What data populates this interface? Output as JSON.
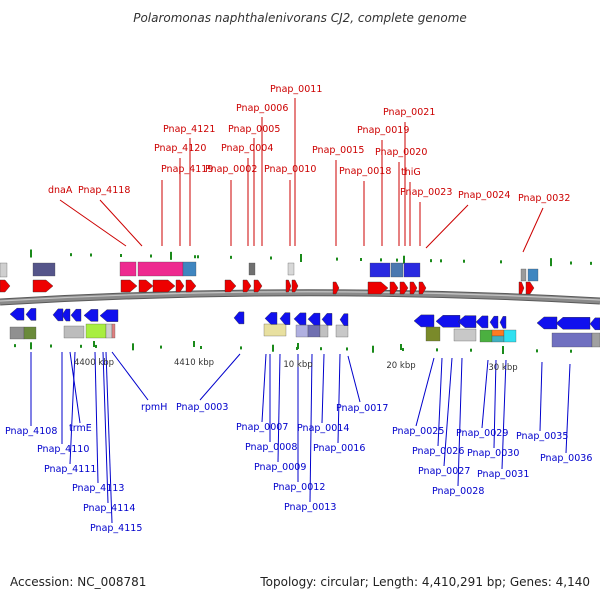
{
  "title": "Polaromonas naphthalenivorans CJ2, complete genome",
  "footer": {
    "accession": "Accession: NC_008781",
    "summary": "Topology: circular; Length: 4,410,291 bp; Genes: 4,140"
  },
  "colors": {
    "forward_label": "#cc0000",
    "reverse_label": "#0000cc",
    "forward_gene": "#ee0000",
    "reverse_gene": "#1010ee",
    "backbone": "#8a8a8a",
    "marker": "#1a8a1a"
  },
  "scale_ticks": [
    "4400 kbp",
    "4410 kbp",
    "10 kbp",
    "20 kbp",
    "30 kbp"
  ],
  "forward_labels": [
    "dnaA",
    "Pnap_4118",
    "Pnap_4119",
    "Pnap_4120",
    "Pnap_4121",
    "Pnap_0002",
    "Pnap_0004",
    "Pnap_0005",
    "Pnap_0006",
    "Pnap_0010",
    "Pnap_0011",
    "Pnap_0015",
    "Pnap_0018",
    "Pnap_0019",
    "Pnap_0020",
    "Pnap_0021",
    "thiG",
    "Pnap_0023",
    "Pnap_0024",
    "Pnap_0032"
  ],
  "reverse_labels": [
    "Pnap_4108",
    "Pnap_4110",
    "trmE",
    "Pnap_4111",
    "Pnap_4113",
    "Pnap_4114",
    "Pnap_4115",
    "rpmH",
    "Pnap_0003",
    "Pnap_0007",
    "Pnap_0008",
    "Pnap_0009",
    "Pnap_0012",
    "Pnap_0013",
    "Pnap_0014",
    "Pnap_0016",
    "Pnap_0017",
    "Pnap_0025",
    "Pnap_0026",
    "Pnap_0027",
    "Pnap_0028",
    "Pnap_0029",
    "Pnap_0030",
    "Pnap_0031",
    "Pnap_0035",
    "Pnap_0036"
  ]
}
